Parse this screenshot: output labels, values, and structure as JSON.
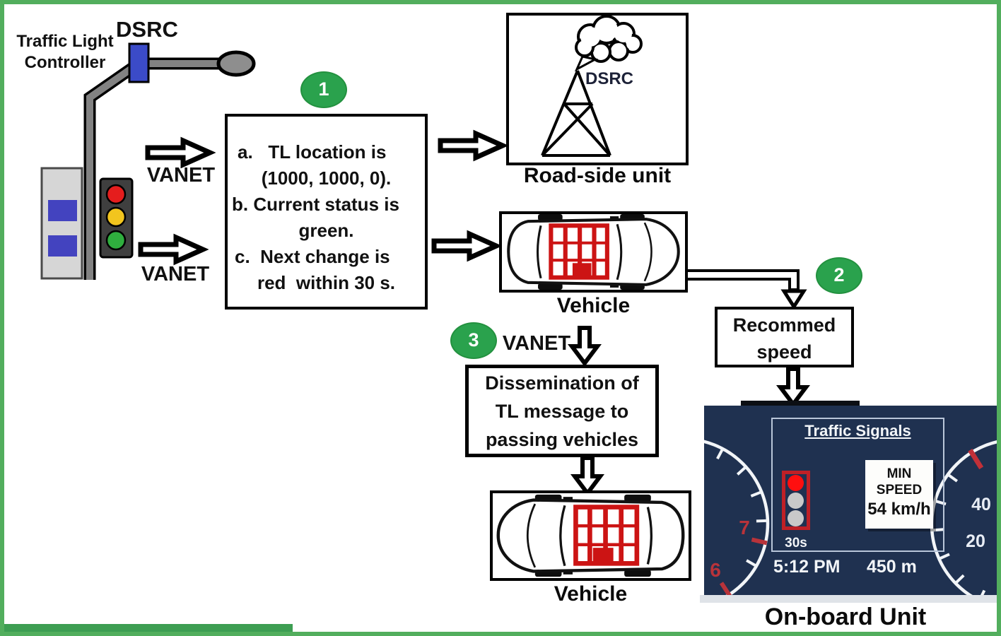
{
  "controller": {
    "label_line1": "Traffic Light",
    "label_line2": "Controller",
    "dsrc_label": "DSRC"
  },
  "arrows": {
    "vanet_top_label": "VANET",
    "vanet_bottom_label": "VANET",
    "vanet_step3_label": "VANET"
  },
  "badges": {
    "step1": "1",
    "step2": "2",
    "step3": "3"
  },
  "message_box": {
    "lines": [
      "a.   TL location is",
      "(1000, 1000, 0).",
      "b. Current status is",
      "green.",
      "c.  Next change is",
      "red  within 30 s."
    ]
  },
  "roadside_unit": {
    "dsrc_label": "DSRC",
    "caption": "Road-side unit"
  },
  "vehicle_top": {
    "caption": "Vehicle"
  },
  "recommended_speed": {
    "line1": "Recommed",
    "line2": "speed"
  },
  "dissemination": {
    "line1": "Dissemination of",
    "line2": "TL message to",
    "line3": "passing vehicles"
  },
  "vehicle_bottom": {
    "caption": "Vehicle"
  },
  "onboard_unit": {
    "caption": "On-board Unit",
    "panel_title": "Traffic Signals",
    "countdown": "30s",
    "min_speed": {
      "label_line1": "MIN",
      "label_line2": "SPEED",
      "value": "54 km/h"
    },
    "time": "5:12 PM",
    "distance": "450 m",
    "tachometer_numbers": [
      "7",
      "6"
    ],
    "speedometer_numbers": [
      "40",
      "20"
    ]
  },
  "colors": {
    "frame_green": "#52ae5d",
    "badge_green": "#2aa24d",
    "dashboard_navy": "#1f3150",
    "signal_red": "#e51d1d",
    "signal_yellow": "#f2c51e",
    "signal_green": "#2fae3e",
    "gauge_red_zone": "#b8333a"
  }
}
